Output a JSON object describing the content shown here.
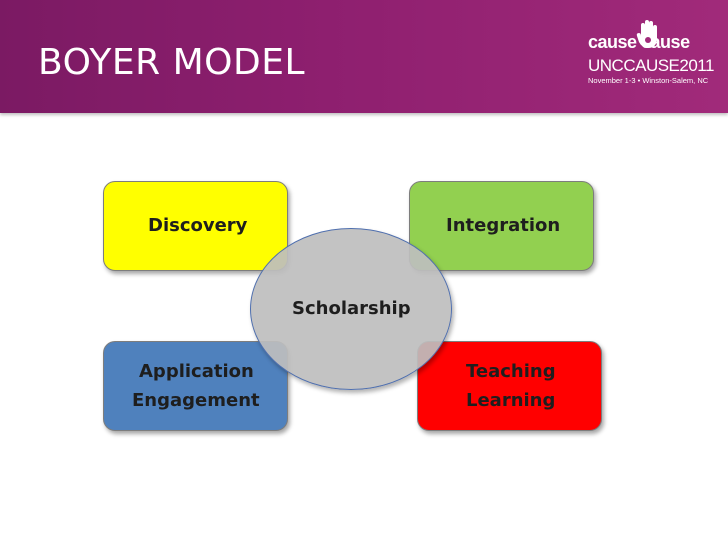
{
  "slide": {
    "title": "BOYER MODEL"
  },
  "logo": {
    "line1": "cause   cause",
    "line2": "UNCCAUSE2011",
    "line3": "November 1-3 • Winston-Salem, NC"
  },
  "diagram": {
    "center": "Scholarship",
    "discovery": "Discovery",
    "integration": "Integration",
    "application_line1": "Application",
    "application_line2": "Engagement",
    "teaching_line1": "Teaching",
    "teaching_line2": "Learning"
  },
  "colors": {
    "banner": "#8e1f6f",
    "discovery": "#ffff00",
    "integration": "#92d050",
    "application": "#4f81bd",
    "teaching": "#ff0000",
    "center": "#bebebe"
  }
}
